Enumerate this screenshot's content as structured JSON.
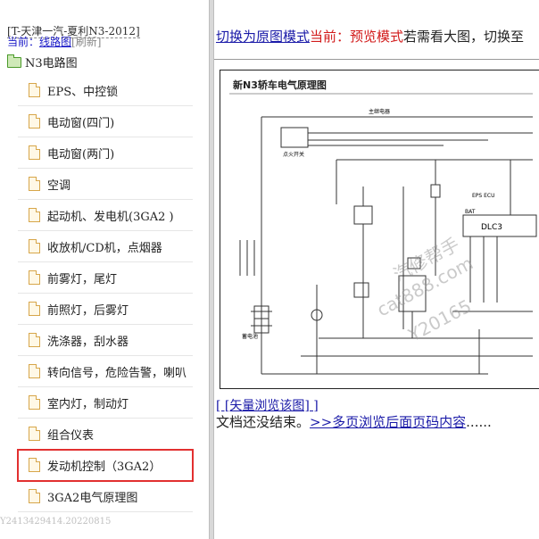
{
  "sidebar": {
    "title": "[T-天津一汽-夏利N3-2012]",
    "crumb_current": "当前：",
    "crumb_link": "线路图",
    "crumb_refresh": "[刷新]",
    "root_label": "N3电路图",
    "items": [
      {
        "label": "EPS、中控锁"
      },
      {
        "label": "电动窗(四门)"
      },
      {
        "label": "电动窗(两门)"
      },
      {
        "label": "空调"
      },
      {
        "label": "起动机、发电机(3GA2 )"
      },
      {
        "label": "收放机/CD机，点烟器"
      },
      {
        "label": "前雾灯，尾灯"
      },
      {
        "label": "前照灯，后雾灯"
      },
      {
        "label": "洗涤器，刮水器"
      },
      {
        "label": "转向信号，危险告警，喇叭"
      },
      {
        "label": "室内灯，制动灯"
      },
      {
        "label": "组合仪表"
      },
      {
        "label": "发动机控制（3GA2）"
      },
      {
        "label": "3GA2电气原理图"
      }
    ],
    "footer": "Y2413429414.20220815"
  },
  "content": {
    "switch_link": "切换为原图模式",
    "current_prefix": "当前：",
    "preview_mode": "预览模式",
    "hint": "若需看大图，切换至",
    "diagram_title": "新N3轿车电气原理图",
    "diagram_labels": [
      "DLC3",
      "EPS ECU",
      "BAT",
      "主继电器",
      "点火开关",
      "蓄电池"
    ],
    "watermark_1": "汽修帮手",
    "watermark_2": "cat888.com",
    "watermark_3": "Y20165",
    "vector_link": "[ [矢量浏览该图] ]",
    "doc_end": "文档还没结束。",
    "more_pages": ">>多页浏览后面页码内容",
    "ellipsis": "......"
  }
}
